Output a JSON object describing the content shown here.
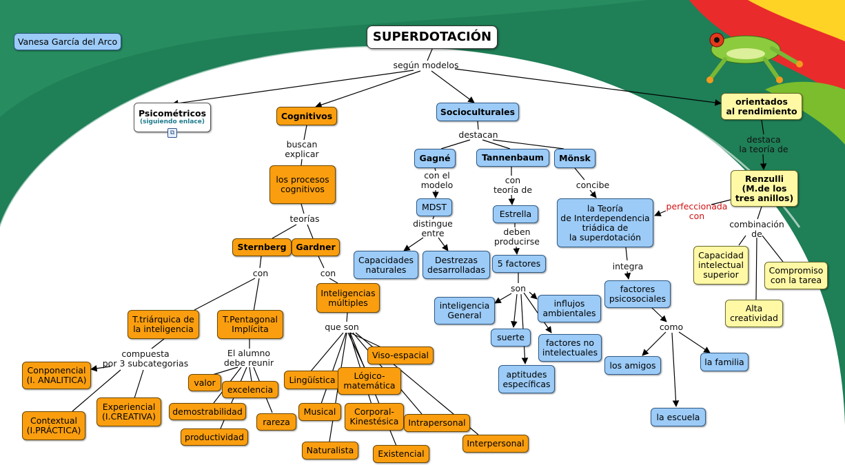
{
  "map": {
    "author": "Vanesa García del Arco",
    "title": "SUPERDOTACIÓN",
    "colors": {
      "orange": "#fa9e0f",
      "blue": "#9ccbf7",
      "yellow": "#fff9a6",
      "green": "#1d7d55",
      "arrow": "#000000"
    },
    "icon": "frog-image",
    "nodes": {
      "psicometricos": "Psicométricos",
      "psicometricos_link": "(siguiendo enlace)",
      "cognitivos": "Cognitivos",
      "socioculturales": "Socioculturales",
      "rendimiento": "orientados\nal rendimiento",
      "procesos": "los procesos\ncognitivos",
      "sternberg": "Sternberg",
      "gardner": "Gardner",
      "triarquica": "T.triárquica de\nla inteligencia",
      "pentagonal": "T.Pentagonal\nImplícita",
      "componencial": "Conponencial\n(I. ANALITICA)",
      "experiencial": "Experiencial\n(I.CREATIVA)",
      "contextual": "Contextual\n(I.PRÁCTICA)",
      "valor": "valor",
      "excelencia": "excelencia",
      "demostrabilidad": "demostrabilidad",
      "rareza": "rareza",
      "productividad": "productividad",
      "multiples": "Inteligencias\nmúltiples",
      "viso": "Viso-espacial",
      "linguistica": "Lingüística",
      "logico": "Lógico-\nmatemática",
      "musical": "Musical",
      "corporal": "Corporal-\nKinestésica",
      "intrapersonal": "Intrapersonal",
      "interpersonal": "Interpersonal",
      "naturalista": "Naturalista",
      "existencial": "Existencial",
      "gagne": "Gagné",
      "tannenbaum": "Tannenbaum",
      "monsk": "Mönsk",
      "mdst": "MDST",
      "capacidades": "Capacidades\nnaturales",
      "destrezas": "Destrezas\ndesarrolladas",
      "estrella": "Estrella",
      "cinco": "5 factores",
      "inteligencia_general": "inteligencia\nGeneral",
      "influjos": "influjos\nambientales",
      "suerte": "suerte",
      "no_intelectuales": "factores no\nintelectuales",
      "aptitudes": "aptitudes\nespecíficas",
      "teoria": "la  Teoría\nde Interdependencia\ntriádica de\nla superdotación",
      "psicosociales": "factores\npsicosociales",
      "amigos": "los amigos",
      "familia": "la familia",
      "escuela": "la escuela",
      "renzulli": "Renzulli\n(M.de los\ntres anillos)",
      "capacidad": "Capacidad\nintelectual\nsuperior",
      "compromiso": "Compromiso\ncon la tarea",
      "creatividad": "Alta\ncreatividad"
    },
    "labels": {
      "segun": "según modelos",
      "buscan": "buscan\nexplicar",
      "teorias": "teorías",
      "con_sternberg": "con",
      "con_gardner": "con",
      "compuesta": "compuesta\npor 3 subcategorias",
      "alumno": "El alumno\ndebe reunir",
      "que_son": "que son",
      "destacan": "destacan",
      "con_modelo": "con el\nmodelo",
      "con_teoria": "con\nteoría de",
      "concibe": "concibe",
      "distingue": "distingue\nentre",
      "deben": "deben\nproducirse",
      "son": "son",
      "integra": "integra",
      "como": "como",
      "destaca": "destaca\nla teoría de",
      "perfeccionada": "perfeccionada\ncon",
      "combinacion": "combinación\nde"
    }
  }
}
